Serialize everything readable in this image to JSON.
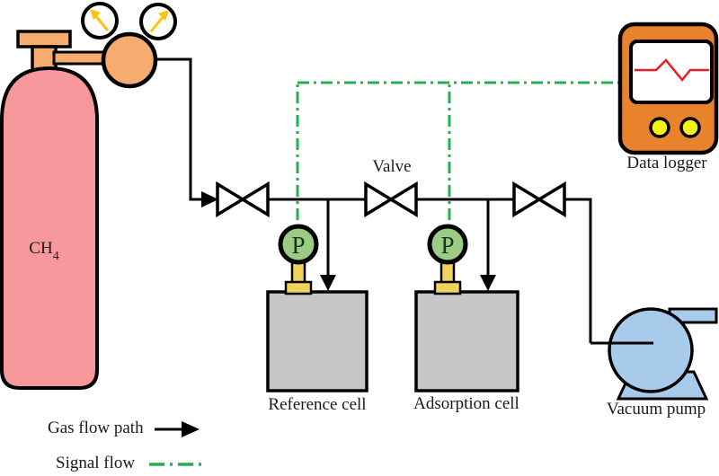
{
  "diagram": {
    "cylinder": {
      "formula": "CH",
      "subscript": "4"
    },
    "valve_label": "Valve",
    "gauges": [
      {
        "label": "P"
      },
      {
        "label": "P"
      }
    ],
    "cells": [
      {
        "label": "Reference cell"
      },
      {
        "label": "Adsorption cell"
      }
    ],
    "data_logger": {
      "label": "Data logger"
    },
    "vacuum_pump": {
      "label": "Vacuum pump"
    },
    "legend": [
      {
        "label": "Gas flow path",
        "symbol": "black-arrow"
      },
      {
        "label": "Signal flow",
        "symbol": "green-dash-dot-line"
      }
    ],
    "colors": {
      "cylinder_pink": "#F7989C",
      "regulator_orange": "#F5AC6E",
      "needle_yellow": "#FFC20E",
      "gauge_green": "#9CCB85",
      "stem_yellow": "#F0D25C",
      "cell_gray": "#C7C7C7",
      "pump_blue": "#A9CBEB",
      "logger_orange": "#E8822D",
      "button_yellow": "#F2F216",
      "signal_red": "#ED1C24",
      "signal_green": "#22B14C",
      "line_black": "#000000"
    }
  }
}
